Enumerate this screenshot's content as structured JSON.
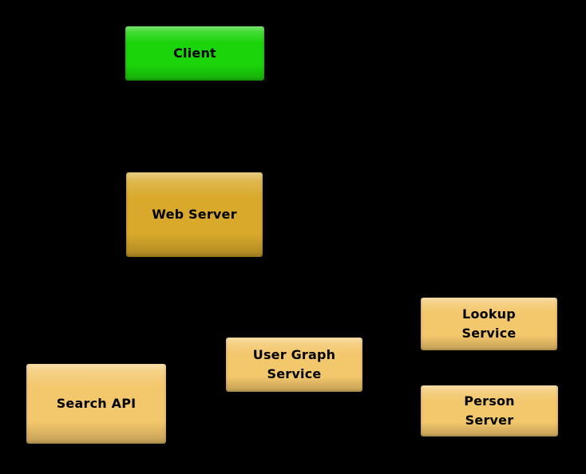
{
  "diagram": {
    "background_color": "#000000",
    "text_color": "#000000",
    "nodes": [
      {
        "id": "client",
        "label": "Client",
        "fill": "#1BD40A"
      },
      {
        "id": "web-server",
        "label": "Web Server",
        "fill": "#D9A92B"
      },
      {
        "id": "search-api",
        "label": "Search API",
        "fill": "#F3C76C"
      },
      {
        "id": "user-graph-service",
        "label": "User Graph\nService",
        "fill": "#F3C76C"
      },
      {
        "id": "lookup-service",
        "label": "Lookup\nService",
        "fill": "#F3C76C"
      },
      {
        "id": "person-server",
        "label": "Person\nServer",
        "fill": "#F3C76C"
      }
    ]
  }
}
